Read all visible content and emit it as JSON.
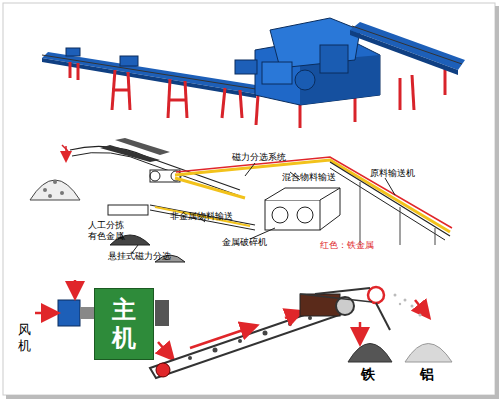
{
  "diagram": {
    "nodes": [
      {
        "text": [
          "主机"
        ]
      }
    ],
    "labels": [
      "磁力分选系统",
      "原料输送机",
      "混合物料输送",
      "人工分拣 有色金属",
      "非金属物料输送",
      "金属破碎机",
      "红色：铁金属",
      "悬挂式磁力分选",
      "风机",
      "铁",
      "铝"
    ]
  }
}
